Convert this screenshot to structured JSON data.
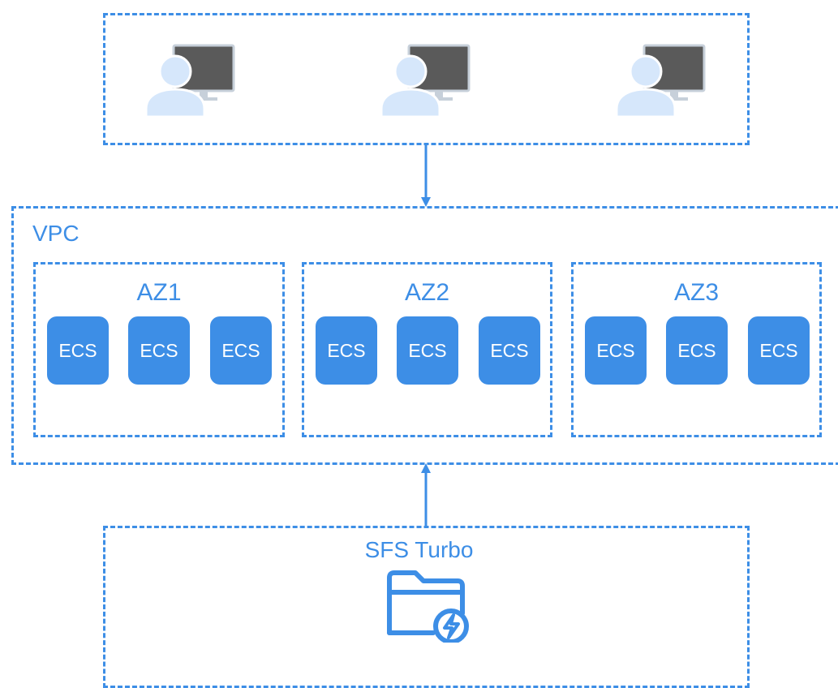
{
  "colors": {
    "accent": "#3d8ee6",
    "user_light": "#d6e7fb",
    "monitor": "#5a5a5a"
  },
  "clients": {
    "icons": [
      "user-computer-icon",
      "user-computer-icon",
      "user-computer-icon"
    ]
  },
  "vpc": {
    "label": "VPC",
    "zones": [
      {
        "name": "AZ1",
        "instances": [
          "ECS",
          "ECS",
          "ECS"
        ]
      },
      {
        "name": "AZ2",
        "instances": [
          "ECS",
          "ECS",
          "ECS"
        ]
      },
      {
        "name": "AZ3",
        "instances": [
          "ECS",
          "ECS",
          "ECS"
        ]
      }
    ]
  },
  "storage": {
    "label": "SFS Turbo",
    "icon": "folder-lightning-icon"
  }
}
